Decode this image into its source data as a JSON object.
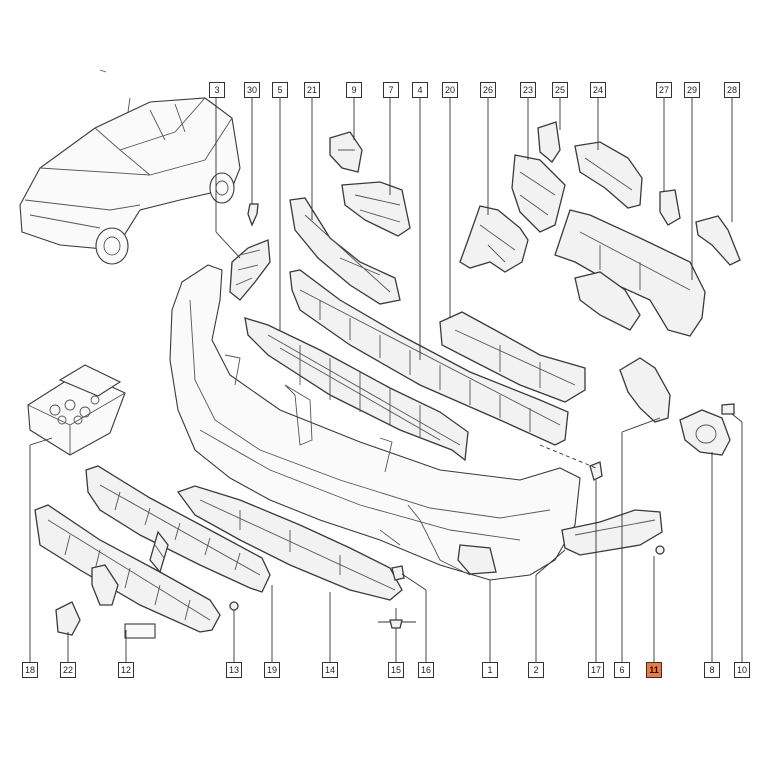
{
  "highlight_color": "#ee7a43",
  "highlight_label": "11",
  "top_callouts": [
    "3",
    "30",
    "5",
    "21",
    "9",
    "7",
    "4",
    "20",
    "26",
    "23",
    "25",
    "24",
    "27",
    "29",
    "28"
  ],
  "bottom_callouts": [
    "18",
    "12",
    "22",
    "13",
    "19",
    "14",
    "15",
    "16",
    "1",
    "2",
    "17",
    "6",
    "11",
    "8",
    "10"
  ]
}
